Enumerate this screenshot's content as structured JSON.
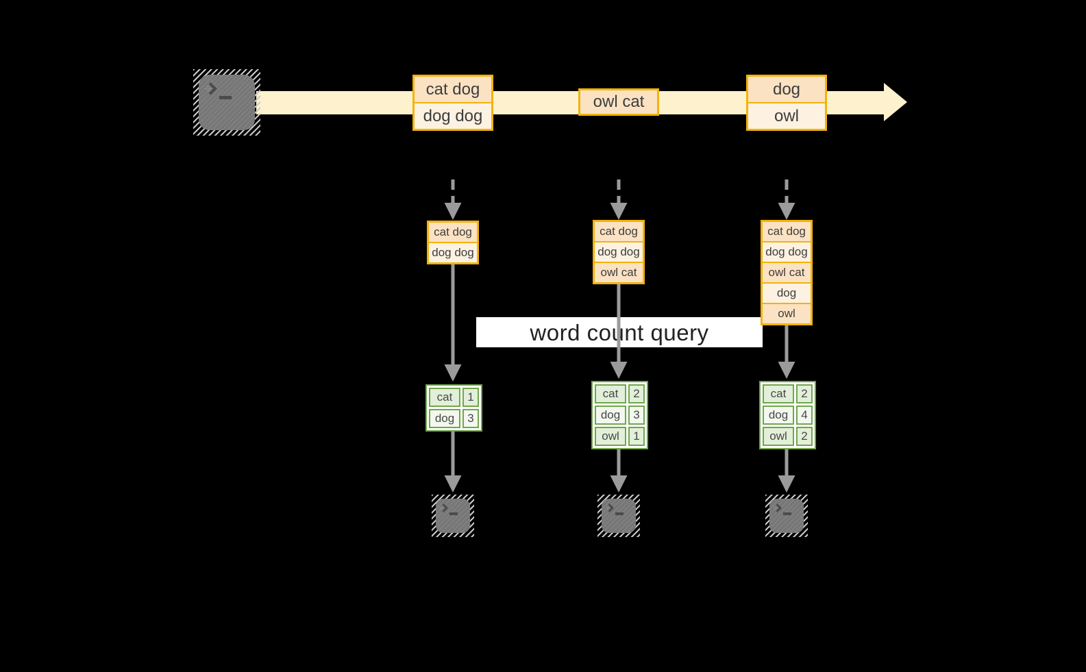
{
  "query_label": "word count query",
  "icons": {
    "terminal_prompt": "❯_",
    "source_terminal": "terminal-icon",
    "sink_terminals": "terminal-icon"
  },
  "colors": {
    "background": "#000000",
    "stream_band": "#fdf2cd",
    "gold_border": "#f3b30a",
    "peach_fill": "#fbe2c3",
    "cream_fill": "#fdf1e1",
    "green_border": "#6fa64c",
    "green_fill": "#e2efd9",
    "green_fill_light": "#f3f8ef",
    "arrow_gray": "#9b9b9b",
    "terminal_gray": "#767676"
  },
  "stream": {
    "events": [
      {
        "lines": [
          "cat dog",
          "dog dog"
        ]
      },
      {
        "lines": [
          "owl cat"
        ]
      },
      {
        "lines": [
          "dog",
          "owl"
        ]
      }
    ]
  },
  "columns": [
    {
      "batch": [
        "cat dog",
        "dog dog"
      ],
      "counts": [
        {
          "word": "cat",
          "count": "1"
        },
        {
          "word": "dog",
          "count": "3"
        }
      ]
    },
    {
      "batch": [
        "cat dog",
        "dog dog",
        "owl cat"
      ],
      "counts": [
        {
          "word": "cat",
          "count": "2"
        },
        {
          "word": "dog",
          "count": "3"
        },
        {
          "word": "owl",
          "count": "1"
        }
      ]
    },
    {
      "batch": [
        "cat dog",
        "dog dog",
        "owl cat",
        "dog",
        "owl"
      ],
      "counts": [
        {
          "word": "cat",
          "count": "2"
        },
        {
          "word": "dog",
          "count": "4"
        },
        {
          "word": "owl",
          "count": "2"
        }
      ]
    }
  ]
}
